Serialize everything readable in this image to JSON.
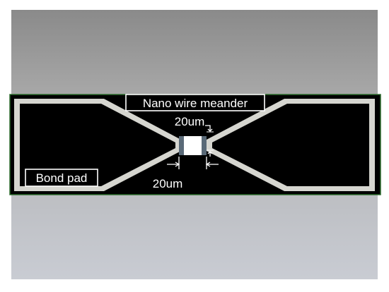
{
  "labels": {
    "meander": "Nano wire meander",
    "top_dimension": "20um",
    "bottom_dimension": "20um",
    "bond_pad": "Bond pad"
  },
  "colors": {
    "chip_black": "#000000",
    "electrode_gray": "#d6d6d0",
    "substrate_edge": "#2b6a2b",
    "background_top": "#8a8a8a",
    "background_bottom": "#c6c9d0"
  }
}
